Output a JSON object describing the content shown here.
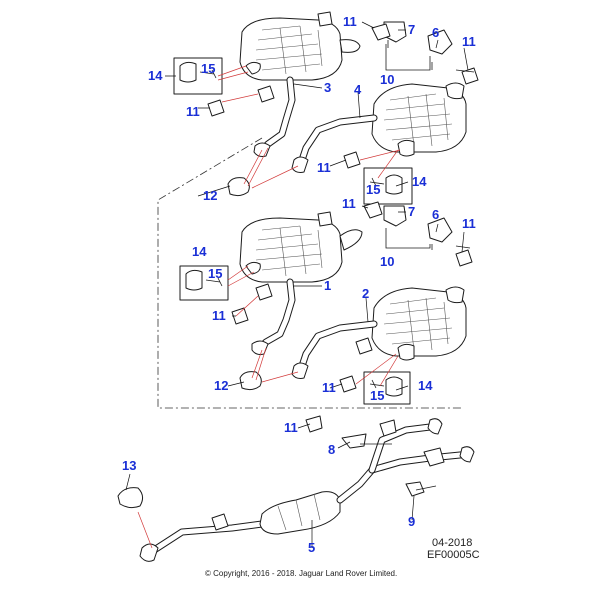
{
  "callouts": {
    "c1": "1",
    "c2": "2",
    "c3": "3",
    "c4": "4",
    "c5": "5",
    "c6_top": "6",
    "c6_mid": "6",
    "c7_top": "7",
    "c7_mid": "7",
    "c8": "8",
    "c9": "9",
    "c10_top": "10",
    "c10_mid": "10",
    "c11_a": "11",
    "c11_b": "11",
    "c11_c": "11",
    "c11_d": "11",
    "c11_e": "11",
    "c11_f": "11",
    "c11_g": "11",
    "c11_h": "11",
    "c11_i": "11",
    "c12_top": "12",
    "c12_mid": "12",
    "c13": "13",
    "c14_a": "14",
    "c14_b": "14",
    "c14_c": "14",
    "c14_d": "14",
    "c15_a": "15",
    "c15_b": "15",
    "c15_c": "15",
    "c15_d": "15"
  },
  "caption": {
    "date": "04-2018",
    "code": "EF00005C"
  },
  "copyright": "© Copyright, 2016 - 2018. Jaguar Land Rover Limited.",
  "colors": {
    "callout": "#1a2fd6",
    "leader_red": "#d23a3a",
    "outline": "#1c1c1c"
  }
}
